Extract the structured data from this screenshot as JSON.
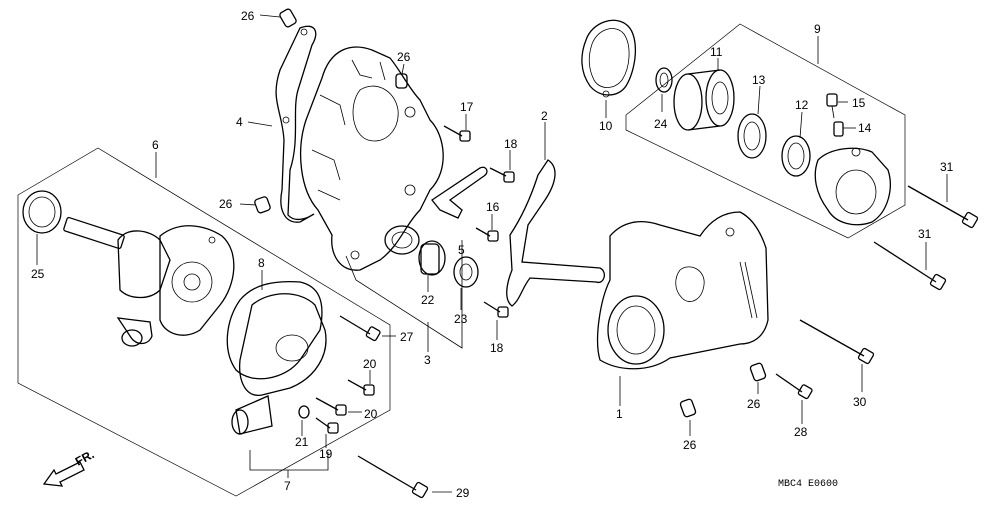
{
  "diagram": {
    "code": "MBC4 E0600",
    "fr_label": "FR.",
    "labels": {
      "l26a": "26",
      "l26b": "26",
      "l26c": "26",
      "l26d": "26",
      "l26e": "26",
      "l4": "4",
      "l6": "6",
      "l25": "25",
      "l8": "8",
      "l17": "17",
      "l18a": "18",
      "l18b": "18",
      "l16": "16",
      "l5": "5",
      "l22": "22",
      "l23": "23",
      "l3": "3",
      "l2": "2",
      "l27": "27",
      "l20a": "20",
      "l20b": "20",
      "l21": "21",
      "l19": "19",
      "l7": "7",
      "l29": "29",
      "l10": "10",
      "l11": "11",
      "l9": "9",
      "l13": "13",
      "l12": "12",
      "l15": "15",
      "l14": "14",
      "l24": "24",
      "l31a": "31",
      "l31b": "31",
      "l30": "30",
      "l28": "28",
      "l1": "1"
    }
  }
}
